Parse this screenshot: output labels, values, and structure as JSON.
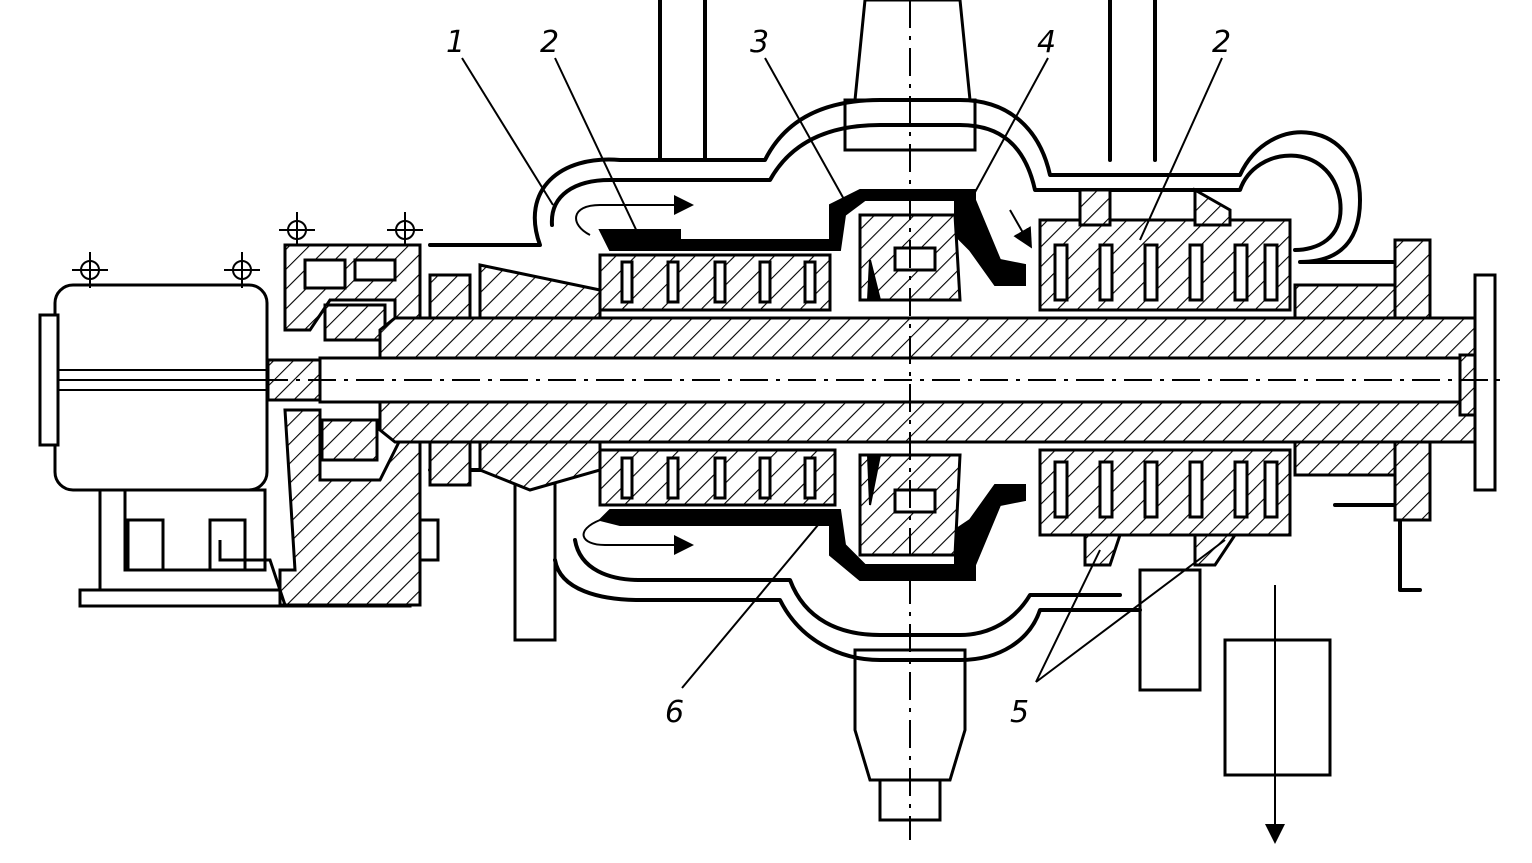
{
  "callouts": [
    {
      "id": "1",
      "text": "1"
    },
    {
      "id": "2a",
      "text": "2"
    },
    {
      "id": "3",
      "text": "3"
    },
    {
      "id": "4",
      "text": "4"
    },
    {
      "id": "2b",
      "text": "2"
    },
    {
      "id": "5",
      "text": "5"
    },
    {
      "id": "6",
      "text": "6"
    }
  ],
  "colors": {
    "ink": "#000000",
    "paper": "#ffffff"
  }
}
